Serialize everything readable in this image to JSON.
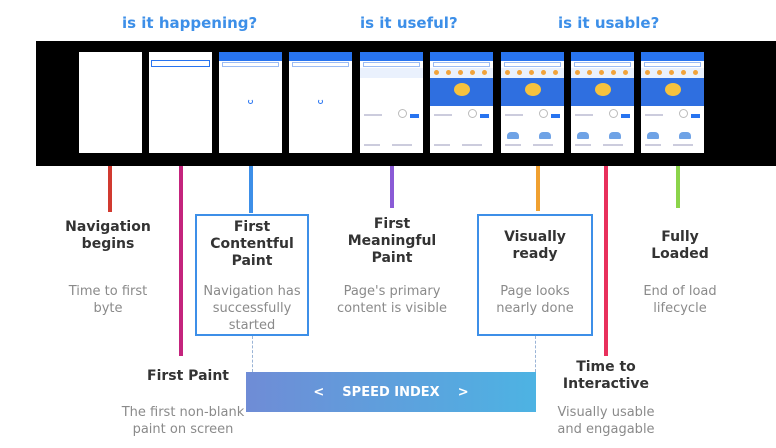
{
  "questions": [
    "is it happening?",
    "is it useful?",
    "is it usable?"
  ],
  "colors": {
    "question": "#3d8fe8",
    "navigation": "#d13a30",
    "first_paint": "#c4247d",
    "first_contentful_paint": "#3d8fe8",
    "first_meaningful_paint": "#8a5bd6",
    "visually_ready": "#f0a030",
    "time_to_interactive": "#e8305c",
    "fully_loaded": "#8bd44a",
    "box_border": "#3d8fe8",
    "speed_index_start": "#6f8cd6",
    "speed_index_end": "#4db3e3"
  },
  "milestones": {
    "navigation": {
      "title": "Navigation begins",
      "desc": "Time to first byte"
    },
    "first_paint": {
      "title": "First Paint",
      "desc": "The first non-blank paint on screen"
    },
    "first_contentful_paint": {
      "title": "First Contentful Paint",
      "desc": "Navigation has successfully started"
    },
    "first_meaningful_paint": {
      "title": "First Meaningful Paint",
      "desc": "Page's primary content is visible"
    },
    "visually_ready": {
      "title": "Visually ready",
      "desc": "Page looks nearly done"
    },
    "time_to_interactive": {
      "title": "Time to Interactive",
      "desc": "Visually usable and engagable"
    },
    "fully_loaded": {
      "title": "Fully Loaded",
      "desc": "End of load lifecycle"
    }
  },
  "speed_index": {
    "left_arrow": "<",
    "label": "SPEED INDEX",
    "right_arrow": ">"
  }
}
